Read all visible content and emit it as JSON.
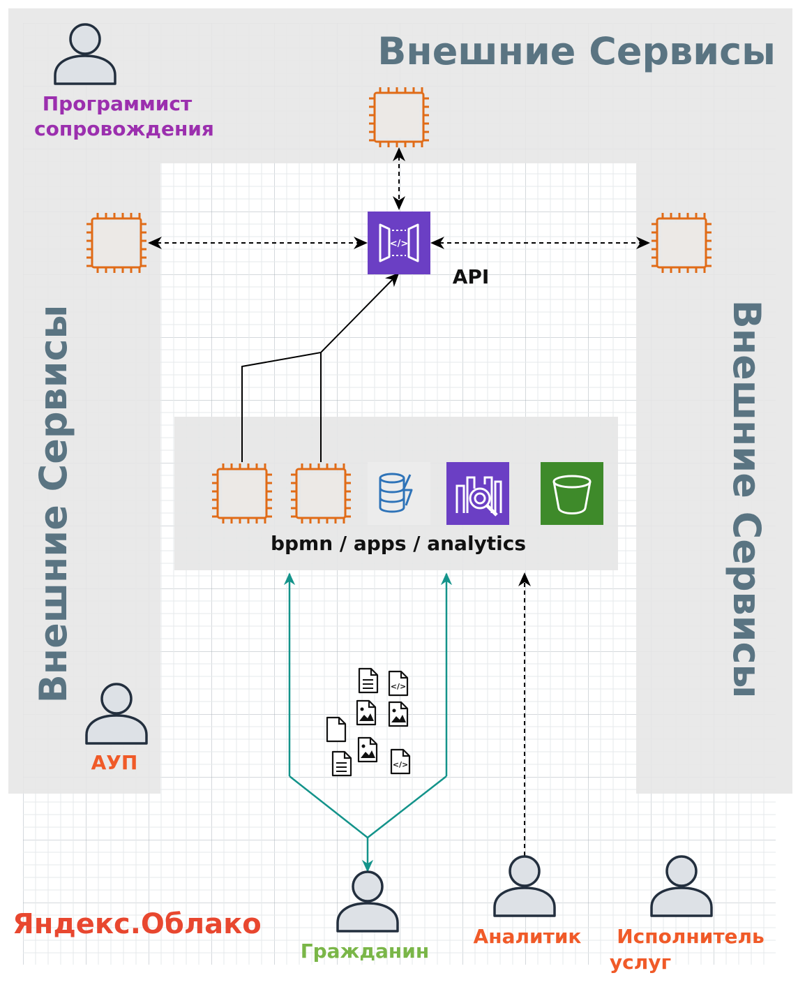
{
  "labels": {
    "external_top": "Внешние Сервисы",
    "external_left": "Внешние Сервисы",
    "external_right": "Внешние Сервисы",
    "api": "API",
    "platform": "bpmn / apps / analytics",
    "cloud": "Яндекс.Облако"
  },
  "actors": {
    "maintainer": [
      "Программист",
      "сопровождения"
    ],
    "aup": "АУП",
    "citizen": "Гражданин",
    "analyst": "Аналитик",
    "provider": [
      "Исполнитель",
      "услуг"
    ]
  },
  "colors": {
    "external_text": "#5a7482",
    "cloud_text": "#e8472f",
    "maintainer_text": "#9b2fae",
    "aup_text": "#f05a28",
    "citizen_text": "#7ab648",
    "analyst_text": "#f05a28",
    "provider_text": "#f05a28",
    "compute_orange": "#e06b17",
    "api_purple": "#6b3fc4",
    "analytics_purple": "#6b3fc4",
    "bucket_green": "#3e8a2a",
    "teal": "#13938a",
    "zone_gray": "#e6e6e6"
  },
  "icons": {
    "compute": "ec2-chip-icon",
    "api_gateway": "api-gateway-icon",
    "database": "dynamodb-icon",
    "analytics": "analytics-search-icon",
    "storage": "s3-bucket-icon",
    "document": "document-icon",
    "code_file": "code-file-icon",
    "image_file": "image-file-icon",
    "user": "user-icon"
  }
}
